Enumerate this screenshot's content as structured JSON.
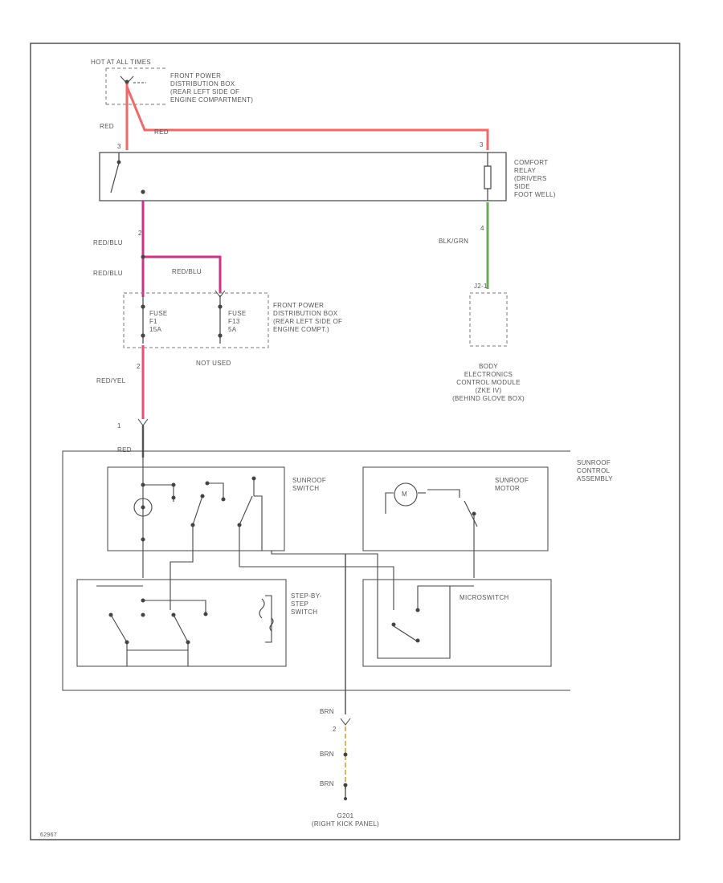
{
  "colors": {
    "red_wire": "#f06a6a",
    "pink_wire": "#e8507a",
    "magenta_wire": "#cc3388",
    "green_wire": "#6aaa5a",
    "yellow_wire": "#d8b860",
    "line": "#444444",
    "dash": "#777777"
  },
  "labels": {
    "hot_at_all_times": "HOT AT ALL TIMES",
    "front_power_box_top": "FRONT POWER\nDISTRIBUTION BOX\n(REAR LEFT SIDE OF\nENGINE COMPARTMENT)",
    "red_left": "RED",
    "red_top": "RED",
    "pin_3_relay_left": "3",
    "pin_3_relay_right": "3",
    "comfort_relay": "COMFORT\nRELAY\n(DRIVERS\nSIDE\nFOOT WELL)",
    "pin_2_relay": "2",
    "pin_4_relay": "4",
    "red_blu_1": "RED/BLU",
    "red_blu_2": "RED/BLU",
    "red_blu_3": "RED/BLU",
    "blk_grn": "BLK/GRN",
    "fuse_f1": "FUSE\nF1\n15A",
    "fuse_f13": "FUSE\nF13\n5A",
    "front_power_box_mid": "FRONT POWER\nDISTRIBUTION BOX\n(REAR LEFT SIDE OF\nENGINE COMPT.)",
    "not_used": "NOT USED",
    "bcm_pin": "J2-1",
    "bcm": "BODY\nELECTRONICS\nCONTROL MODULE\n(ZKE IV)\n(BEHIND GLOVE BOX)",
    "pin_2_fuse": "2",
    "red_yel": "RED/YEL",
    "pin_1_assy": "1",
    "red_assy": "RED",
    "sunroof_assy": "SUNROOF\nCONTROL\nASSEMBLY",
    "sunroof_switch": "SUNROOF\nSWITCH",
    "sunroof_motor": "SUNROOF\nMOTOR",
    "step_switch": "STEP-BY-\nSTEP\nSWITCH",
    "microswitch": "MICROSWITCH",
    "motor_m": "M",
    "brn_top": "BRN",
    "pin_2_bottom": "2",
    "brn_mid": "BRN",
    "brn_bottom": "BRN",
    "ground": "G201\n(RIGHT KICK PANEL)",
    "figure_id": "62967"
  }
}
